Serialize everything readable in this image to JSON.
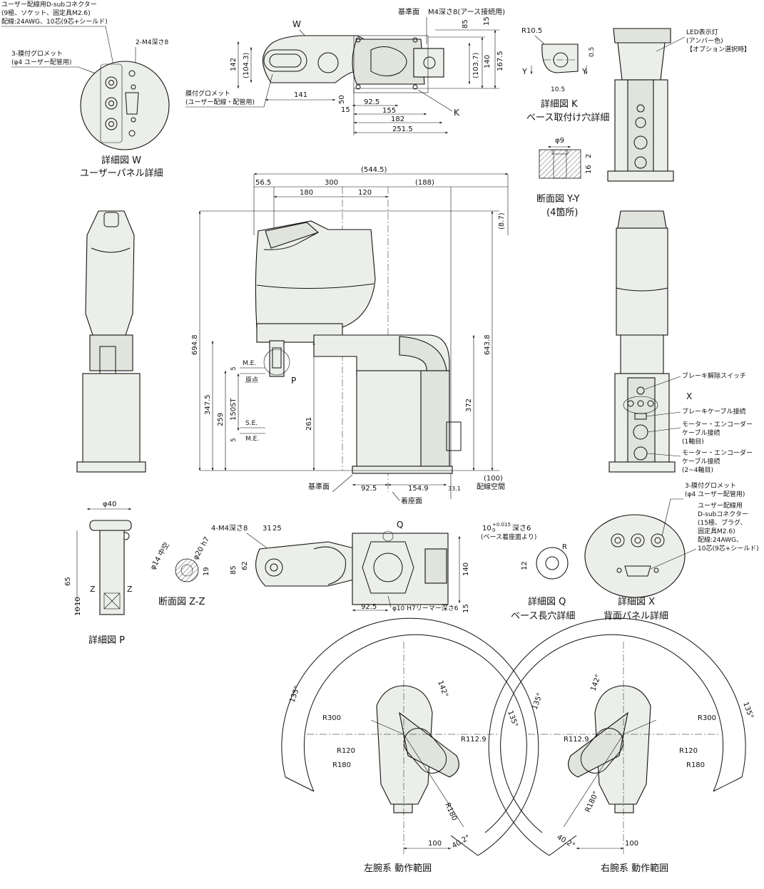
{
  "detail_w": {
    "connector_note": [
      "ユーザー配線用D-subコネクター",
      "(9極、ソケット、固定具M2.6)",
      "配線:24AWG、10芯(9芯+シールド)"
    ],
    "grommet_note": [
      "3-膜付グロメット",
      "(φ4 ユーザー配管用)"
    ],
    "screw_note": "2-M4深さ8",
    "caption": [
      "詳細図 W",
      "ユーザーパネル詳細"
    ]
  },
  "top_view": {
    "label_w": "W",
    "label_k": "K",
    "ref_face": "基準面",
    "ground_note": "M4深さ8(アース接続用)",
    "membrane_note": [
      "膜付グロメット",
      "(ユーザー配線・配管用)"
    ],
    "dims": {
      "d142": "142",
      "d104_3": "(104.3)",
      "d141": "141",
      "d50": "50",
      "d15a": "15",
      "d92_5": "92.5",
      "d155": "155",
      "d182": "182",
      "d251_5": "251.5",
      "d85": "85",
      "d15b": "15",
      "d103_7": "(103.7)",
      "d140": "140",
      "d167_5": "167.5"
    }
  },
  "detail_k": {
    "r": "R10.5",
    "y": "Y",
    "d0_5": "0.5",
    "d10_5": "10.5",
    "caption": [
      "詳細図 K",
      "ベース取付け穴詳細"
    ]
  },
  "section_yy": {
    "phi": "φ9",
    "d2": "2",
    "d16": "16",
    "caption": [
      "断面図 Y-Y",
      "(4箇所)"
    ]
  },
  "right_view": {
    "led_note": [
      "LED表示灯",
      "(アンバー色)",
      "【オプション選択時】"
    ],
    "brake_release": "ブレーキ解除スイッチ",
    "label_x": "X",
    "brake_cable": "ブレーキケーブル接続",
    "motor1": [
      "モーター・エンコーダー",
      "ケーブル接続",
      "(1軸目)"
    ],
    "motor2": [
      "モーター・エンコーダー",
      "ケーブル接続",
      "(2~4軸目)"
    ]
  },
  "front_view": {
    "dims": {
      "d544_5": "(544.5)",
      "d56_5": "56.5",
      "d300": "300",
      "d188": "(188)",
      "d180": "180",
      "d120": "120",
      "d8_7": "(8.7)",
      "d694_8": "694.8",
      "d643_8": "643.8",
      "d347_5": "347.5",
      "d259": "259",
      "d150st": "150ST",
      "d261": "261",
      "d372": "372",
      "d5a": "5",
      "d5b": "5",
      "d92_5": "92.5",
      "d154_9": "154.9",
      "d33_1": "33.1",
      "d100": "(100)"
    },
    "me1": "M.E.",
    "origin": "原点",
    "se": "S.E.",
    "me2": "M.E.",
    "label_p": "P",
    "ref_face": "基準面",
    "seat_face": "着座面",
    "wiring_space": "配線空間"
  },
  "detail_p": {
    "phi40": "φ40",
    "d65": "65",
    "d10a": "10",
    "d10b": "10",
    "z": "Z",
    "caption": "詳細図 P"
  },
  "section_zz": {
    "phi14": "φ14 中空",
    "phi20": "φ20 h7",
    "d19": "19",
    "caption": "断面図 Z-Z"
  },
  "bottom_view": {
    "screw_note": "4-M4深さ8",
    "label_q": "Q",
    "dims": {
      "d31": "31",
      "d25": "25",
      "d85": "85",
      "d62": "62",
      "d140": "140",
      "d92_5": "92.5",
      "d15": "15"
    },
    "reamer": "φ10 H7リーマー深さ6"
  },
  "detail_q": {
    "tol": "10",
    "tol_up": "+0.015",
    "tol_lo": "0",
    "depth": "深さ6",
    "note": "(ベース着座面より)",
    "d12": "12",
    "r": "R",
    "caption": [
      "詳細図 Q",
      "ベース長穴詳細"
    ]
  },
  "detail_x": {
    "grommet": [
      "3-膜付グロメット",
      "(φ4 ユーザー配管用)"
    ],
    "connector": [
      "ユーザー配線用",
      "D-subコネクター",
      "(15極、プラグ、",
      "固定具M2.6)",
      "配線:24AWG、",
      "10芯(9芯+シールド)"
    ],
    "caption": [
      "詳細図 X",
      "背面パネル詳細"
    ]
  },
  "range_left": {
    "a135a": "135°",
    "a135b": "135°",
    "a142": "142°",
    "r300": "R300",
    "r112_9": "R112.9",
    "r120": "R120",
    "r180a": "R180",
    "r180b": "R180",
    "d100": "100",
    "a40_2": "40.2°",
    "caption": "左腕系 動作範囲"
  },
  "range_right": {
    "a135a": "135°",
    "a135b": "135°",
    "a142": "142°",
    "r300": "R300",
    "r112_9": "R112.9",
    "r120": "R120",
    "r180a": "R180",
    "r180b": "R180°",
    "d100": "100",
    "a40_2": "40.2°",
    "caption": "右腕系 動作範囲"
  }
}
